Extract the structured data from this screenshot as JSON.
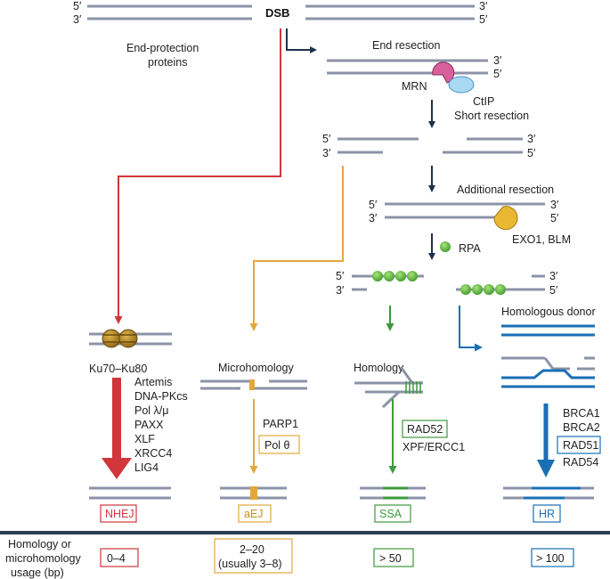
{
  "dsb": {
    "label": "DSB",
    "five_prime": "5′",
    "three_prime": "3′"
  },
  "end_protection": {
    "line1": "End-protection",
    "line2": "proteins"
  },
  "end_resection": {
    "title": "End resection",
    "mrn": "MRN",
    "ctip": "CtIP"
  },
  "short_resection": {
    "title": "Short resection"
  },
  "additional_resection": {
    "title": "Additional resection",
    "enzymes": "EXO1, BLM",
    "rpa": "RPA"
  },
  "ends": {
    "five": "5′",
    "three": "3′"
  },
  "nhej": {
    "complex": "Ku70–Ku80",
    "factors": [
      "Artemis",
      "DNA-PKcs",
      "Pol λ/μ",
      "PAXX",
      "XLF",
      "XRCC4",
      "LIG4"
    ],
    "label": "NHEJ",
    "usage": "0–4"
  },
  "aej": {
    "title": "Microhomology",
    "factors": [
      "PARP1"
    ],
    "boxed_factor": "Pol θ",
    "label": "aEJ",
    "usage_line1": "2–20",
    "usage_line2": "(usually 3–8)"
  },
  "ssa": {
    "title": "Homology",
    "boxed_factor": "RAD52",
    "factors": [
      "XPF/ERCC1"
    ],
    "label": "SSA",
    "usage": "> 50"
  },
  "hr": {
    "title": "Homologous donor",
    "factors_top": [
      "BRCA1",
      "BRCA2"
    ],
    "boxed_factor": "RAD51",
    "factors_bottom": [
      "RAD54"
    ],
    "label": "HR",
    "usage": "> 100"
  },
  "footer": {
    "line1": "Homology or",
    "line2": "microhomology",
    "line3": "usage (bp)"
  },
  "colors": {
    "nhej": "#d0363a",
    "aej": "#e3a83a",
    "ssa": "#3d9a3a",
    "hr": "#1a6fb5",
    "dark_arrow": "#1f2f4e",
    "strand": "#8c93a8",
    "rule": "#2f3d54"
  }
}
